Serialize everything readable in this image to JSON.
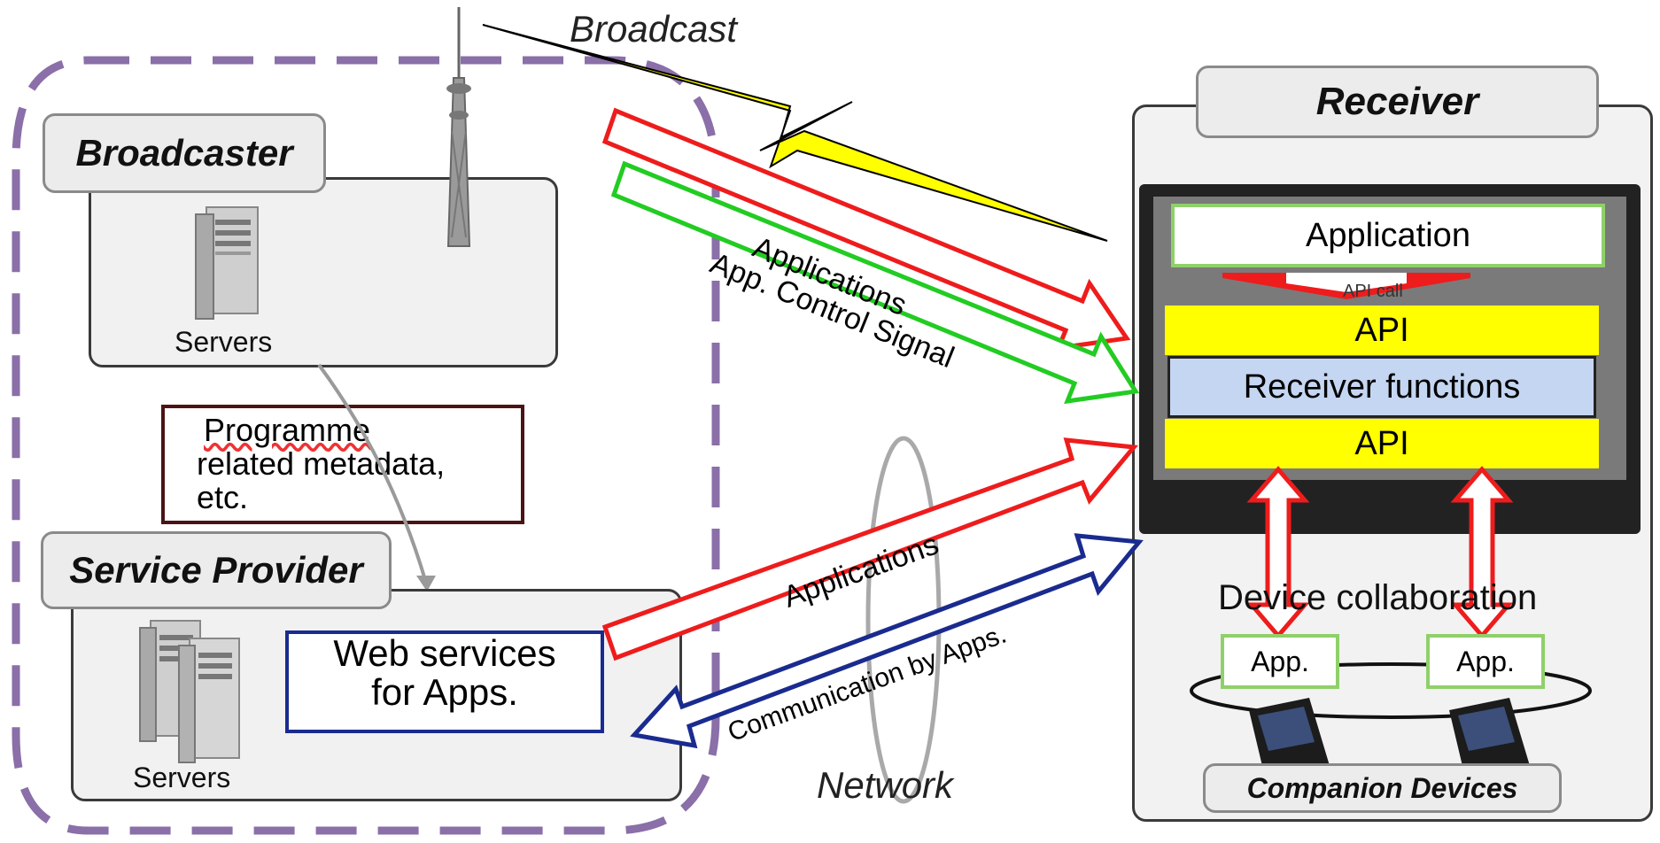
{
  "broadcast_label": "Broadcast",
  "broadcaster": {
    "title": "Broadcaster",
    "servers_label": "Servers"
  },
  "service_provider": {
    "title": "Service Provider",
    "servers_label": "Servers",
    "web_services": [
      "Web services",
      "for Apps."
    ]
  },
  "metadata_note": [
    "Programme",
    "related metadata,",
    "etc."
  ],
  "flows": {
    "broadcast_applications": "Applications",
    "broadcast_control": "App. Control Signal",
    "network_applications": "Applications",
    "network_communication": "Communication by Apps."
  },
  "network_label": "Network",
  "receiver": {
    "title": "Receiver",
    "application": "Application",
    "api_call": "API call",
    "api_top": "API",
    "functions": "Receiver functions",
    "api_bottom": "API",
    "device_collaboration": "Device collaboration",
    "app_left": "App.",
    "app_right": "App.",
    "companion_devices": "Companion Devices"
  },
  "colors": {
    "dashed_border": "#8a6fa8",
    "red": "#ee1c1c",
    "green": "#22cc22",
    "blue": "#1a2b8f",
    "yellow": "#ffff00",
    "functions_blue": "#c5d6f2",
    "tv_bezel": "#222222",
    "tv_screen": "#7a7a7a"
  }
}
